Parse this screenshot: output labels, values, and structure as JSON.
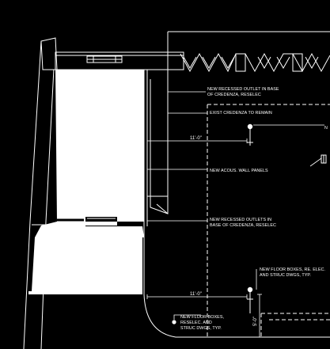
{
  "colors": {
    "background": "#000000",
    "linework": "#ffffff",
    "fill": "#ffffff"
  },
  "annotations": {
    "recessed_outlet_credenza_1": [
      "NEW RECESSED OUTLET IN BASE",
      "OF CREDENZA, RESELEC"
    ],
    "existing_credenza": [
      "EXIST CREDENZA TO REMAIN"
    ],
    "acoustic_wall_panels": [
      "NEW ACOUS. WALL PANELS"
    ],
    "recessed_outlets_credenza_2": [
      "NEW RECESSED OUTLETS IN",
      "BASE OF CREDENZA, RESELEC"
    ],
    "floor_boxes_right": [
      "NEW FLOOR BOXES, RE. ELEC.",
      "AND STRUC DWGS, TYP."
    ],
    "floor_boxes_left": [
      "NEW FLOOR BOXES,",
      "RESELEC. AND",
      "STRUC DWGS, TYP."
    ]
  },
  "dimensions": {
    "upper": "11'-0\"",
    "lower": "11'-0\"",
    "vertical": "5'-0\""
  },
  "edge_labels": {
    "upper_right": "N"
  }
}
